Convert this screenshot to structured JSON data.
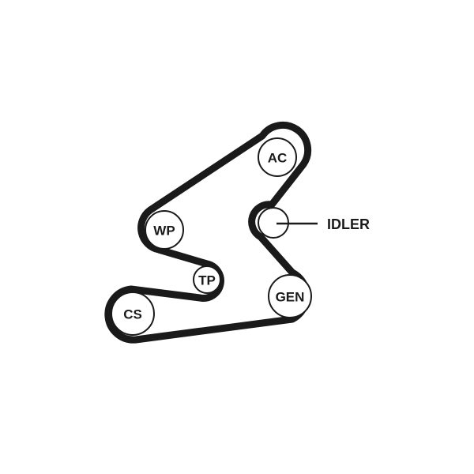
{
  "diagram": {
    "pulleys": [
      {
        "id": "ac",
        "label": "AC"
      },
      {
        "id": "idler",
        "label": ""
      },
      {
        "id": "wp",
        "label": "WP"
      },
      {
        "id": "tp",
        "label": "TP"
      },
      {
        "id": "gen",
        "label": "GEN"
      },
      {
        "id": "cs",
        "label": "CS"
      }
    ],
    "callout": {
      "label": "IDLER"
    }
  }
}
